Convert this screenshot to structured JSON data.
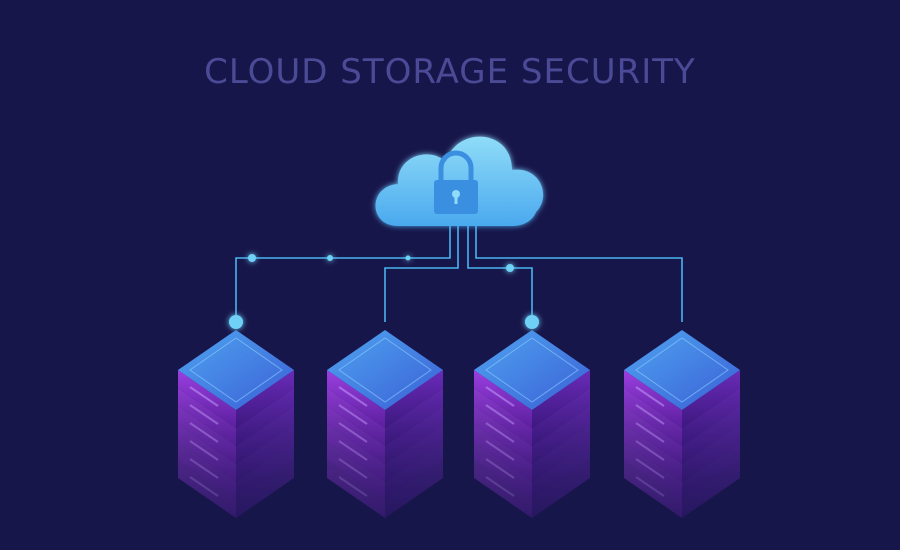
{
  "title": "CLOUD STORAGE SECURITY",
  "icons": {
    "cloud": "cloud-icon",
    "lock": "padlock-icon",
    "server": "server-rack-icon"
  },
  "colors": {
    "background": "#17164a",
    "title": "#4b4a96",
    "cloud": "#5fc7f0",
    "lock": "#3b8fe0",
    "server_top": "#3f86e0",
    "server_side": "#7b2fc6",
    "connector": "#49b4f0"
  },
  "servers": [
    {
      "id": "server-1"
    },
    {
      "id": "server-2"
    },
    {
      "id": "server-3"
    },
    {
      "id": "server-4"
    }
  ]
}
